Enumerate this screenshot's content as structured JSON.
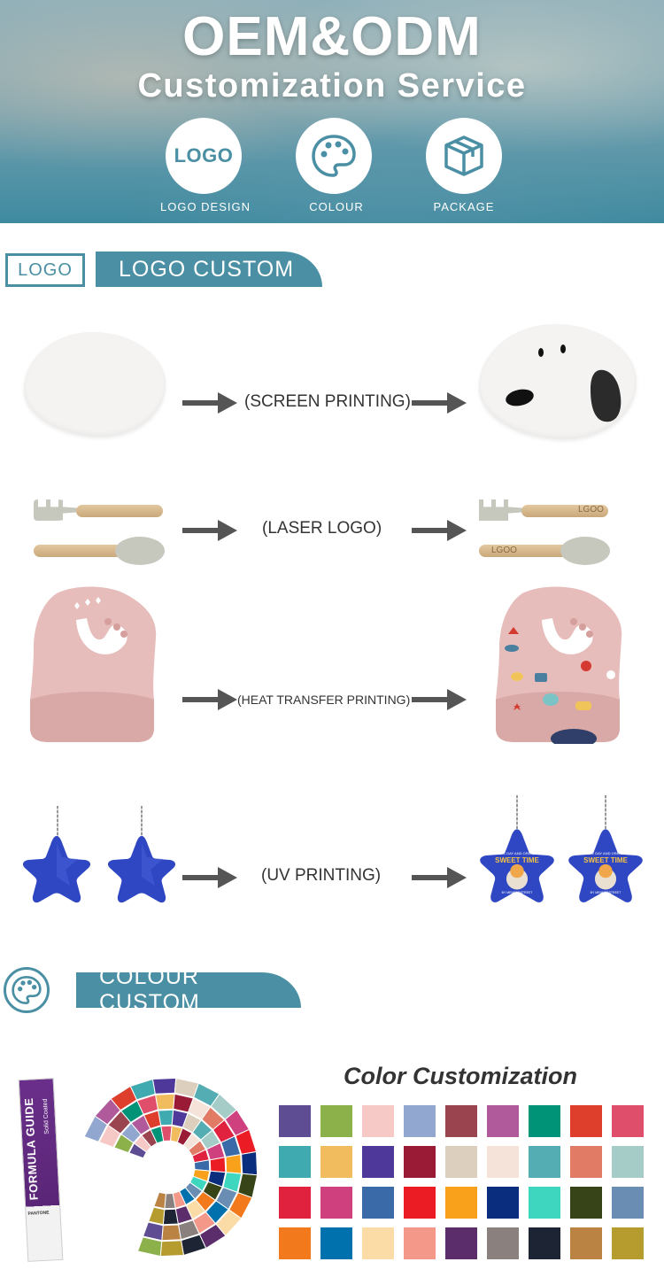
{
  "hero": {
    "title": "OEM&ODM",
    "subtitle": "Customization Service",
    "icons": [
      {
        "label": "LOGO DESIGN",
        "icon_text": "LOGO"
      },
      {
        "label": "COLOUR",
        "icon": "palette-icon"
      },
      {
        "label": "PACKAGE",
        "icon": "box-icon"
      }
    ]
  },
  "logo_section": {
    "badge": "LOGO",
    "title": "LOGO CUSTOM",
    "processes": [
      {
        "label": "(SCREEN PRINTING)"
      },
      {
        "label": "(LASER LOGO)",
        "engraving": "LGOO"
      },
      {
        "label": "(HEAT TRANSFER PRINTING)"
      },
      {
        "label": "(UV PRINTING)",
        "print_top": "THE DAY AND OREAN",
        "print_main": "SWEET TIME",
        "print_bottom": "BY MEMBERSTREET"
      }
    ]
  },
  "colour_section": {
    "title": "COLOUR CUSTOM",
    "heading": "Color Customization",
    "guide_title": "FORMULA GUIDE",
    "guide_sub": "Solid Coated",
    "guide_brand": "PANTONE",
    "swatches": [
      [
        "#5e4d92",
        "#8cb04a",
        "#f7c9c6",
        "#92a7cf",
        "#9a4450",
        "#b05a9c",
        "#009378",
        "#de3e2c",
        "#df4e6a"
      ],
      [
        "#3faab0",
        "#f0bc5e",
        "#4e389a",
        "#9a1b35",
        "#dccfbe",
        "#f5e3d9",
        "#54adb2",
        "#e27b66",
        "#a6ccc8"
      ],
      [
        "#e0223f",
        "#cf407f",
        "#3b6aa8",
        "#ec1c24",
        "#f9a11b",
        "#0a2e7d",
        "#3fd6c0",
        "#374418",
        "#6a8db3"
      ],
      [
        "#f37a1c",
        "#0071ac",
        "#fbdca6",
        "#f4988a",
        "#5c2d6b",
        "#8a807e",
        "#1d2534",
        "#bb8343",
        "#b69b2e"
      ]
    ]
  }
}
